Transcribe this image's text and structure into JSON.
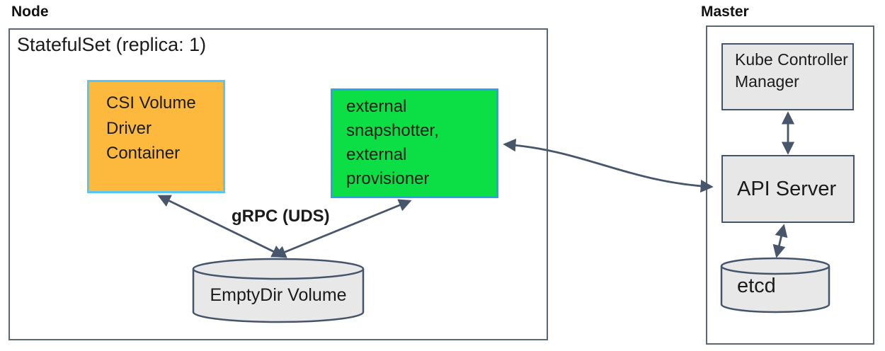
{
  "diagram": {
    "node": {
      "label": "Node",
      "statefulset_title": "StatefulSet (replica: 1)",
      "csi_driver_container": "CSI Volume Driver Container",
      "sidecar_containers": "external snapshotter, external provisioner",
      "grpc_label": "gRPC (UDS)",
      "emptydir_volume": "EmptyDir Volume"
    },
    "master": {
      "label": "Master",
      "kube_controller_manager": "Kube Controller Manager",
      "api_server": "API Server",
      "etcd": "etcd"
    },
    "colors": {
      "csi_box_fill": "#fcb93e",
      "csi_box_border": "#55c7f2",
      "sidecar_box_fill": "#0bdf45",
      "sidecar_box_border": "#2fa0f0",
      "gray_shape_fill": "#e8e7e7",
      "shape_border": "#44546a",
      "outer_box_border": "#5b6873",
      "arrow": "#47566b"
    }
  }
}
